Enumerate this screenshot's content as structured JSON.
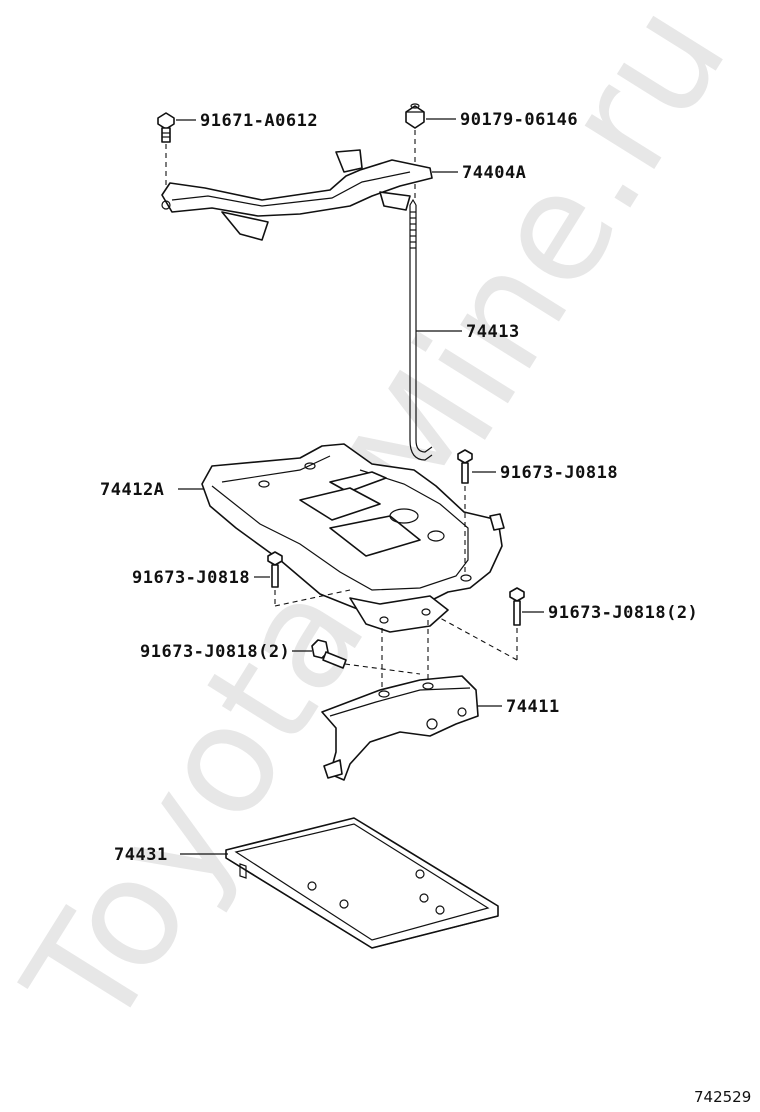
{
  "watermark": "ToyotaOMine.ru",
  "diagram_code": "742529",
  "parts": [
    {
      "label": "91671-A0612"
    },
    {
      "label": "90179-06146"
    },
    {
      "label": "74404A"
    },
    {
      "label": "74413"
    },
    {
      "label": "91673-J0818"
    },
    {
      "label": "74412A"
    },
    {
      "label": "91673-J0818"
    },
    {
      "label": "91673-J0818(2)"
    },
    {
      "label": "91673-J0818(2)"
    },
    {
      "label": "74411"
    },
    {
      "label": "74431"
    }
  ]
}
